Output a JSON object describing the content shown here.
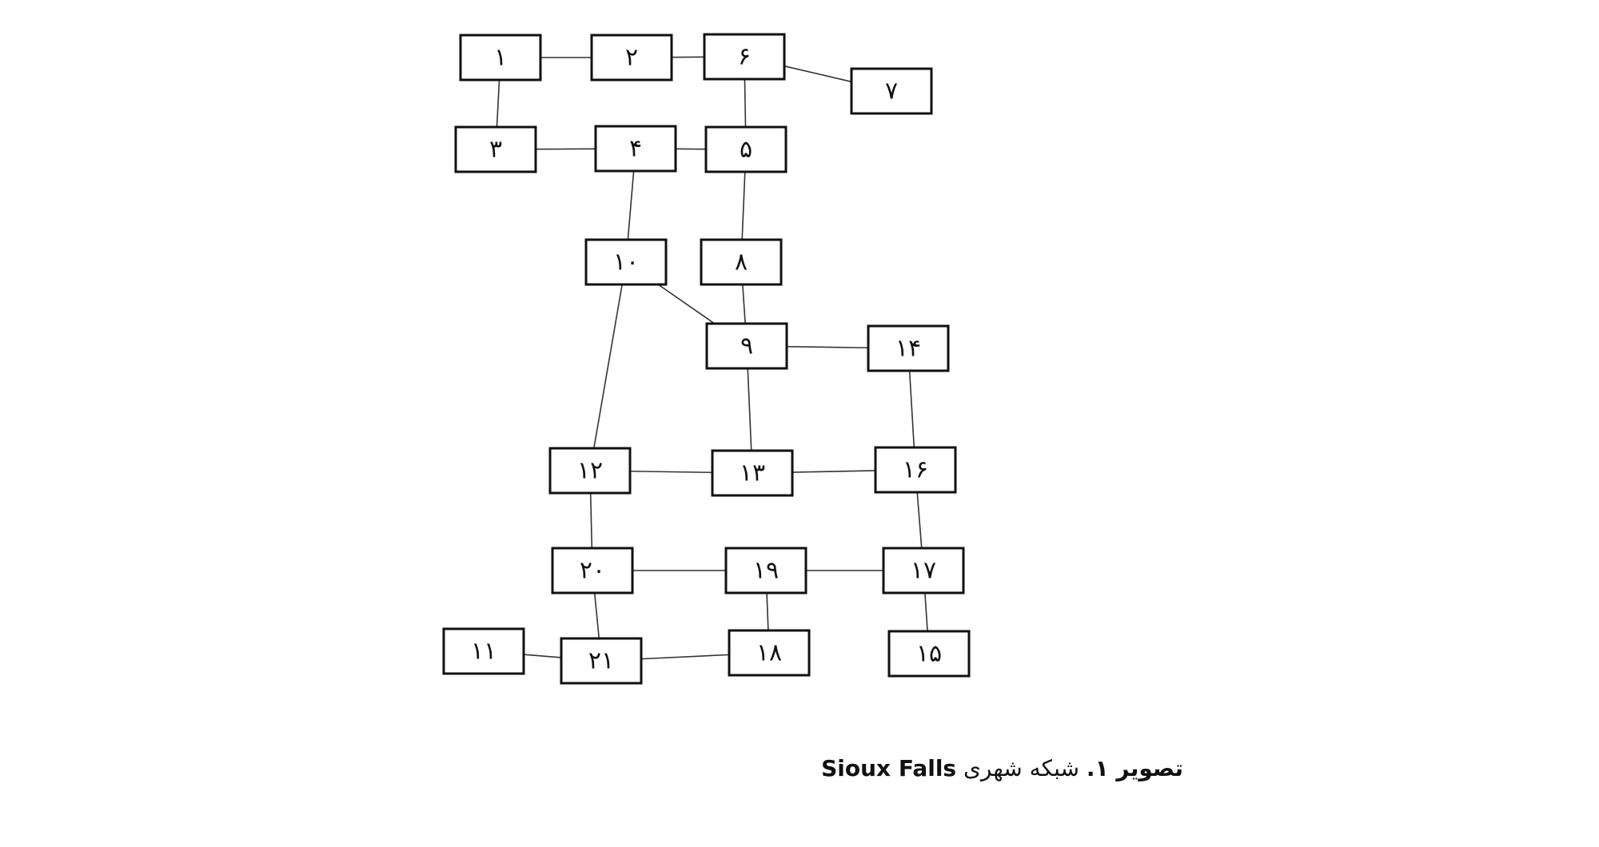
{
  "network": {
    "nodes": [
      {
        "id": "1",
        "label": "۱"
      },
      {
        "id": "2",
        "label": "۲"
      },
      {
        "id": "6",
        "label": "۶"
      },
      {
        "id": "7",
        "label": "۷"
      },
      {
        "id": "3",
        "label": "۳"
      },
      {
        "id": "4",
        "label": "۴"
      },
      {
        "id": "5",
        "label": "۵"
      },
      {
        "id": "10",
        "label": "۱۰"
      },
      {
        "id": "8",
        "label": "۸"
      },
      {
        "id": "9",
        "label": "۹"
      },
      {
        "id": "14",
        "label": "۱۴"
      },
      {
        "id": "12",
        "label": "۱۲"
      },
      {
        "id": "13",
        "label": "۱۳"
      },
      {
        "id": "16",
        "label": "۱۶"
      },
      {
        "id": "20",
        "label": "۲۰"
      },
      {
        "id": "19",
        "label": "۱۹"
      },
      {
        "id": "17",
        "label": "۱۷"
      },
      {
        "id": "11",
        "label": "۱۱"
      },
      {
        "id": "21",
        "label": "۲۱"
      },
      {
        "id": "18",
        "label": "۱۸"
      },
      {
        "id": "15",
        "label": "۱۵"
      }
    ],
    "edges": [
      [
        "1",
        "2"
      ],
      [
        "2",
        "6"
      ],
      [
        "6",
        "7"
      ],
      [
        "1",
        "3"
      ],
      [
        "6",
        "5"
      ],
      [
        "3",
        "4"
      ],
      [
        "4",
        "5"
      ],
      [
        "4",
        "10"
      ],
      [
        "5",
        "8"
      ],
      [
        "8",
        "9"
      ],
      [
        "10",
        "9"
      ],
      [
        "10",
        "12"
      ],
      [
        "9",
        "14"
      ],
      [
        "9",
        "13"
      ],
      [
        "14",
        "16"
      ],
      [
        "12",
        "13"
      ],
      [
        "13",
        "16"
      ],
      [
        "12",
        "20"
      ],
      [
        "16",
        "17"
      ],
      [
        "20",
        "19"
      ],
      [
        "19",
        "17"
      ],
      [
        "20",
        "21"
      ],
      [
        "19",
        "18"
      ],
      [
        "17",
        "15"
      ],
      [
        "11",
        "21"
      ],
      [
        "21",
        "18"
      ]
    ]
  },
  "caption": {
    "prefix": "تصویر ۱.",
    "text": " شبکه شهری ",
    "latin": "Sioux Falls"
  }
}
